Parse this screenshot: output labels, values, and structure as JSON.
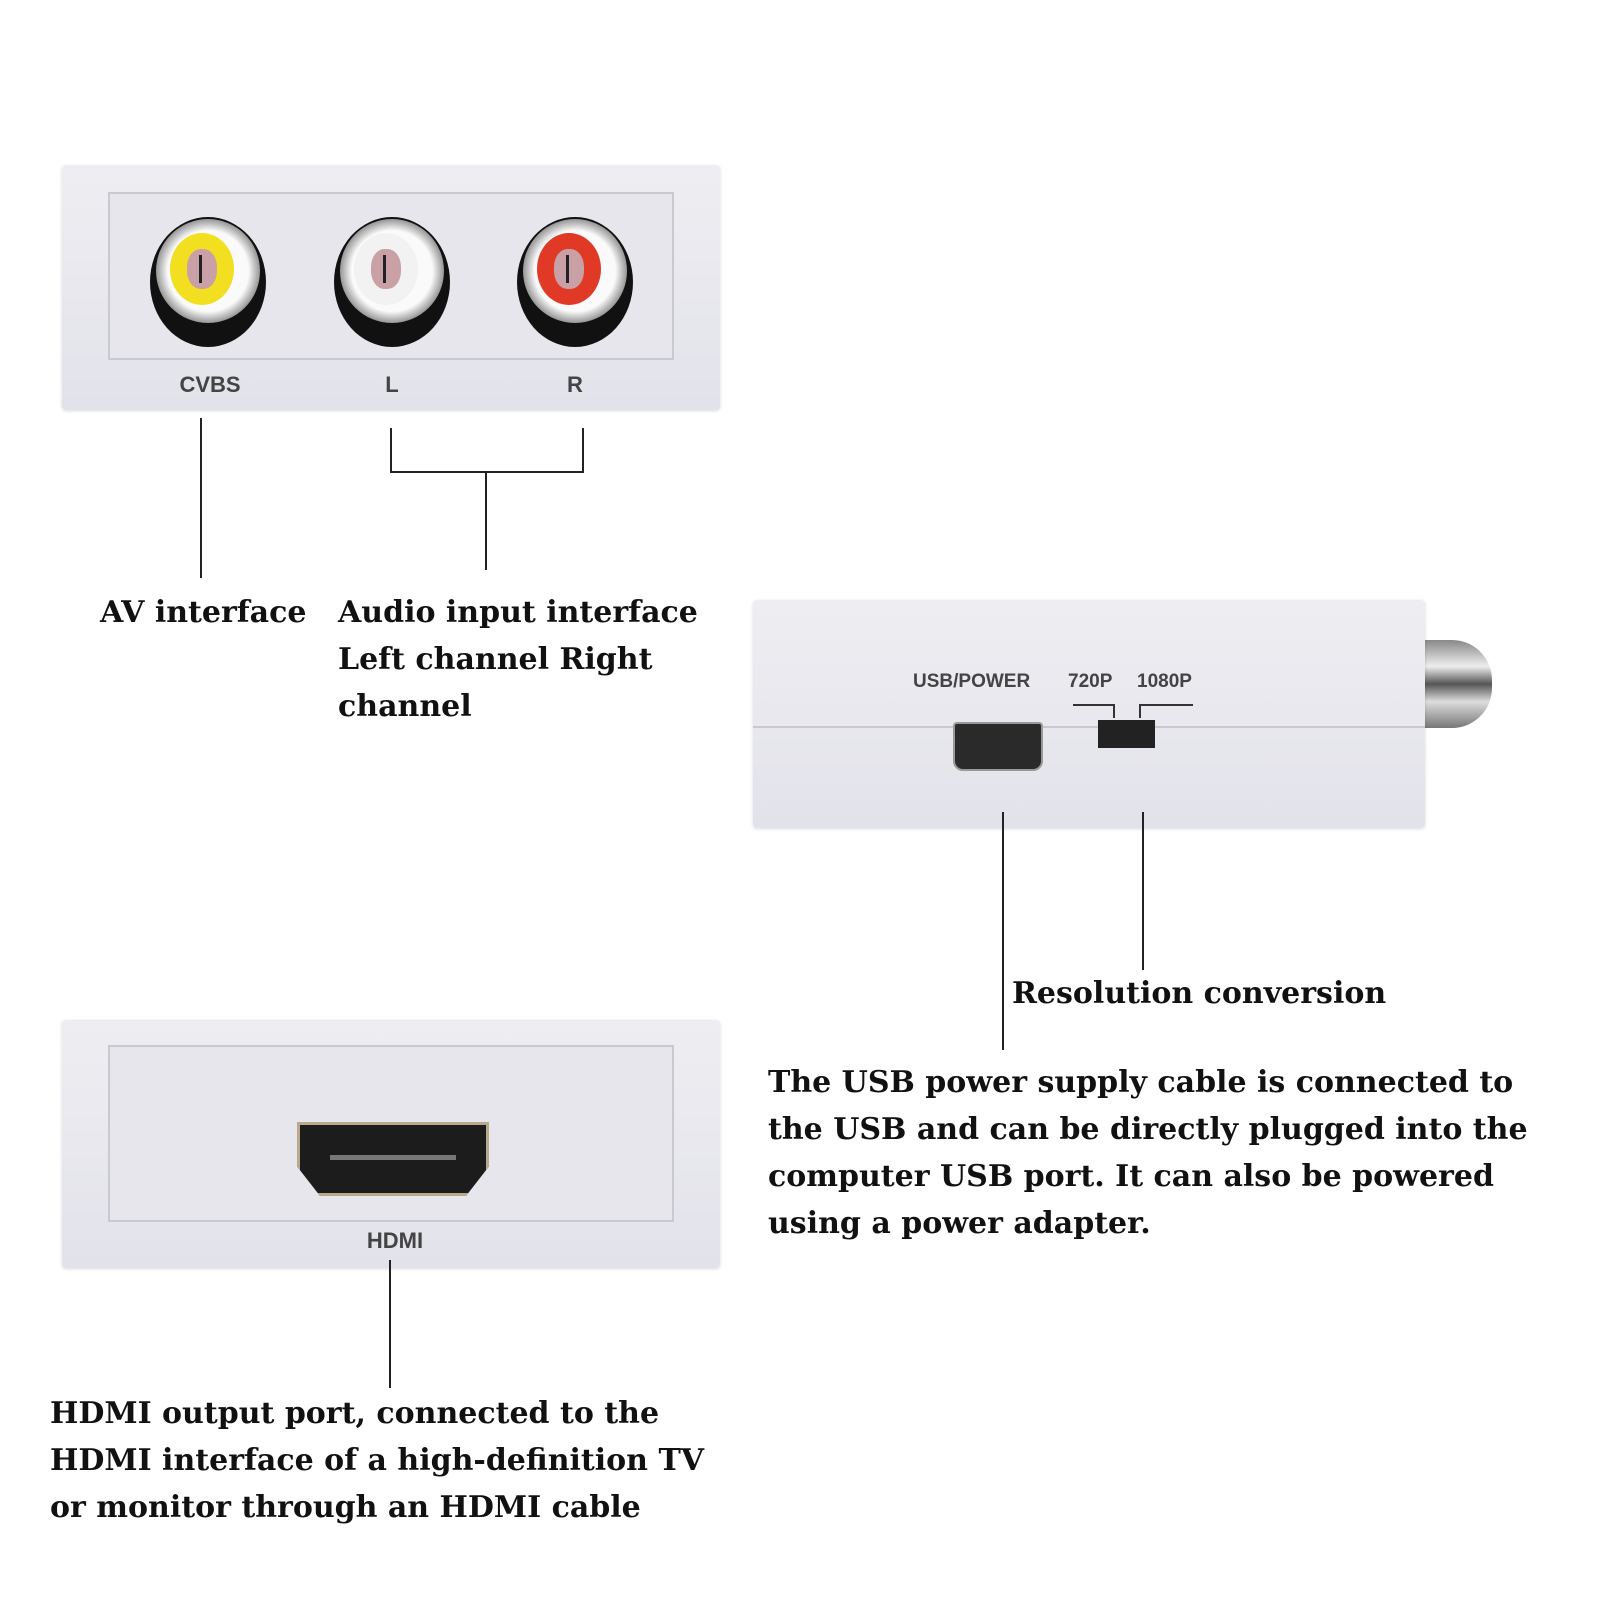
{
  "av_panel": {
    "labels": {
      "cvbs": "CVBS",
      "left": "L",
      "right": "R"
    },
    "jack_colors": {
      "cvbs": "#f2e020",
      "left": "#f2f2f2",
      "right": "#e03a26"
    }
  },
  "side_panel": {
    "labels": {
      "usb_power": "USB/POWER",
      "res_720": "720P",
      "res_1080": "1080P"
    }
  },
  "hdmi_panel": {
    "labels": {
      "hdmi": "HDMI"
    }
  },
  "captions": {
    "av_interface": "AV interface",
    "audio_input": [
      "Audio input interface",
      "Left channel Right",
      "channel"
    ],
    "resolution": "Resolution conversion",
    "usb_power": [
      "The USB power supply cable is connected to",
      "the USB and can be directly plugged into the",
      "computer USB port. It can also be powered",
      "using a power adapter."
    ],
    "hdmi_output": [
      "HDMI output port, connected to the",
      "HDMI interface of a high-definition TV",
      "or monitor through an HDMI cable"
    ]
  }
}
